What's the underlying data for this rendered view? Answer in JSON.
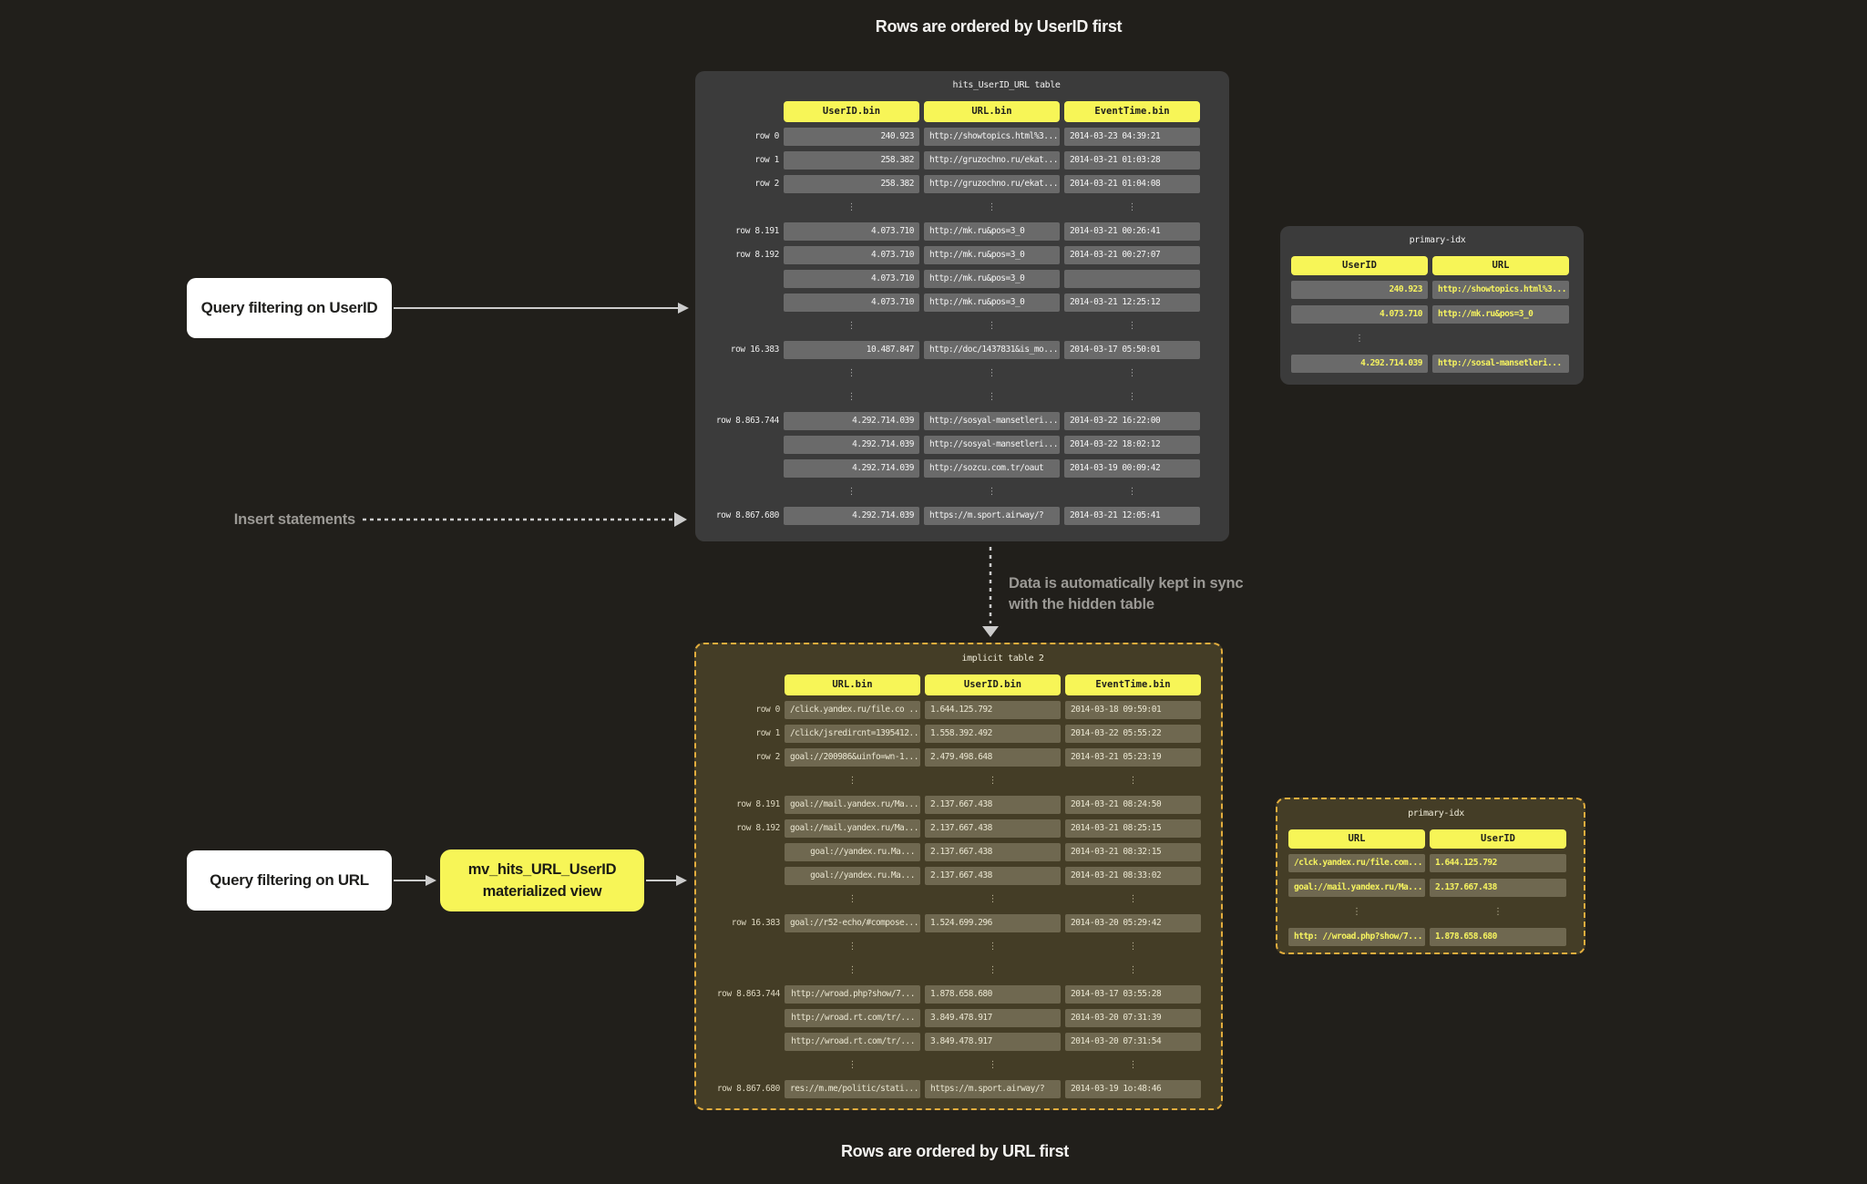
{
  "titles": {
    "top": "Rows are ordered by UserID first",
    "bottom": "Rows are ordered by URL first"
  },
  "annotations": {
    "query_userid": "Query filtering on UserID",
    "query_url": "Query filtering on URL",
    "insert": "Insert statements",
    "sync_line1": "Data is automatically kept in sync",
    "sync_line2": "with the hidden table",
    "mv_line1": "mv_hits_URL_UserID",
    "mv_line2": "materialized view"
  },
  "glyphs": {
    "vertical_ellipsis": "⋮"
  },
  "colors": {
    "background": "#211F1B",
    "panel_gray": "#3B3B3B",
    "cell_gray": "#6A6A6A",
    "panel_olive": "#443D26",
    "cell_olive": "#6F6850",
    "header_yellow": "#F7F557",
    "index_text_yellow": "#F6F35F",
    "dashed_border_gold": "#E3AD3D",
    "arrow_gray": "#CCCCCC",
    "label_gray": "#9B9995",
    "white": "#FFFFFF"
  },
  "tables": {
    "hits": {
      "title": "hits_UserID_URL table",
      "columns": [
        "UserID.bin",
        "URL.bin",
        "EventTime.bin"
      ],
      "align": [
        "right",
        "left",
        "left"
      ],
      "rows": [
        {
          "label": "row 0",
          "cells": [
            "240.923",
            "http://showtopics.html%3...",
            "2014-03-23 04:39:21"
          ]
        },
        {
          "label": "row 1",
          "cells": [
            "258.382",
            "http://gruzochno.ru/ekat...",
            "2014-03-21 01:03:28"
          ]
        },
        {
          "label": "row 2",
          "cells": [
            "258.382",
            "http://gruzochno.ru/ekat...",
            "2014-03-21 01:04:08"
          ]
        },
        {
          "dots": "all"
        },
        {
          "label": "row 8.191",
          "cells": [
            "4.073.710",
            "http://mk.ru&pos=3_0",
            "2014-03-21 00:26:41"
          ]
        },
        {
          "label": "row 8.192",
          "cells": [
            "4.073.710",
            "http://mk.ru&pos=3_0",
            "2014-03-21 00:27:07"
          ]
        },
        {
          "label": "",
          "cells": [
            "4.073.710",
            "http://mk.ru&pos=3_0",
            ""
          ]
        },
        {
          "label": "",
          "cells": [
            "4.073.710",
            "http://mk.ru&pos=3_0",
            "2014-03-21 12:25:12"
          ]
        },
        {
          "dots": "all"
        },
        {
          "label": "row 16.383",
          "cells": [
            "10.487.847",
            "http://doc/1437831&is_mo...",
            "2014-03-17 05:50:01"
          ]
        },
        {
          "dots": "all"
        },
        {
          "dots": "all"
        },
        {
          "label": "row 8.863.744",
          "cells": [
            "4.292.714.039",
            "http://sosyal-mansetleri...",
            "2014-03-22 16:22:00"
          ]
        },
        {
          "label": "",
          "cells": [
            "4.292.714.039",
            "http://sosyal-mansetleri...",
            "2014-03-22 18:02:12"
          ]
        },
        {
          "label": "",
          "cells": [
            "4.292.714.039",
            "http://sozcu.com.tr/oaut",
            "2014-03-19 00:09:42"
          ]
        },
        {
          "dots": "all"
        },
        {
          "label": "row 8.867.680",
          "cells": [
            "4.292.714.039",
            "https://m.sport.airway/?",
            "2014-03-21 12:05:41"
          ]
        }
      ]
    },
    "implicit": {
      "title": "implicit table 2",
      "columns": [
        "URL.bin",
        "UserID.bin",
        "EventTime.bin"
      ],
      "align": [
        "left",
        "left",
        "left"
      ],
      "rows": [
        {
          "label": "row 0",
          "cells": [
            "/click.yandex.ru/file.co ...",
            "1.644.125.792",
            "2014-03-18 09:59:01"
          ]
        },
        {
          "label": "row 1",
          "cells": [
            "/click/jsredircnt=1395412...",
            "1.558.392.492",
            "2014-03-22 05:55:22"
          ]
        },
        {
          "label": "row 2",
          "cells": [
            "goal://200986&uinfo=wn-1...",
            "2.479.498.648",
            "2014-03-21 05:23:19"
          ],
          "align": [
            "right",
            "left",
            "left"
          ]
        },
        {
          "dots": "all"
        },
        {
          "label": "row 8.191",
          "cells": [
            "goal://mail.yandex.ru/Ma...",
            "2.137.667.438",
            "2014-03-21 08:24:50"
          ]
        },
        {
          "label": "row 8.192",
          "cells": [
            "goal://mail.yandex.ru/Ma...",
            "2.137.667.438",
            "2014-03-21 08:25:15"
          ]
        },
        {
          "label": "",
          "cells": [
            "goal://yandex.ru.Ma...",
            "2.137.667.438",
            "2014-03-21 08:32:15"
          ],
          "align": [
            "right",
            "left",
            "left"
          ]
        },
        {
          "label": "",
          "cells": [
            "goal://yandex.ru.Ma...",
            "2.137.667.438",
            "2014-03-21 08:33:02"
          ],
          "align": [
            "right",
            "left",
            "left"
          ]
        },
        {
          "dots": "all"
        },
        {
          "label": "row 16.383",
          "cells": [
            "goal://r52-echo/#compose...",
            "1.524.699.296",
            "2014-03-20 05:29:42"
          ]
        },
        {
          "dots": "all"
        },
        {
          "dots": "all"
        },
        {
          "label": "row 8.863.744",
          "cells": [
            "http://wroad.php?show/7...",
            "1.878.658.680",
            "2014-03-17 03:55:28"
          ],
          "align": [
            "right",
            "left",
            "left"
          ]
        },
        {
          "label": "",
          "cells": [
            "http://wroad.rt.com/tr/...",
            "3.849.478.917",
            "2014-03-20 07:31:39"
          ],
          "align": [
            "right",
            "left",
            "left"
          ]
        },
        {
          "label": "",
          "cells": [
            "http://wroad.rt.com/tr/...",
            "3.849.478.917",
            "2014-03-20 07:31:54"
          ],
          "align": [
            "right",
            "left",
            "left"
          ]
        },
        {
          "dots": "all"
        },
        {
          "label": "row 8.867.680",
          "cells": [
            "res://m.me/politic/stati...",
            "https://m.sport.airway/?",
            "2014-03-19 1o:48:46"
          ]
        }
      ]
    },
    "primary_top": {
      "title": "primary-idx",
      "columns": [
        "UserID",
        "URL"
      ],
      "align": [
        "right",
        "left"
      ],
      "rows": [
        {
          "cells": [
            "240.923",
            "http://showtopics.html%3..."
          ]
        },
        {
          "cells": [
            "4.073.710",
            "http://mk.ru&pos=3_0"
          ]
        },
        {
          "dots": [
            0
          ]
        },
        {
          "cells": [
            "4.292.714.039",
            "http://sosal-mansetleri..."
          ]
        }
      ]
    },
    "primary_bottom": {
      "title": "primary-idx",
      "columns": [
        "URL",
        "UserID"
      ],
      "align": [
        "left",
        "left"
      ],
      "rows": [
        {
          "cells": [
            "/clck.yandex.ru/file.com...",
            "1.644.125.792"
          ]
        },
        {
          "cells": [
            "goal://mail.yandex.ru/Ma...",
            "2.137.667.438"
          ]
        },
        {
          "dots": [
            0,
            1
          ]
        },
        {
          "cells": [
            "http: //wroad.php?show/7...",
            "1.878.658.680"
          ]
        }
      ]
    }
  }
}
